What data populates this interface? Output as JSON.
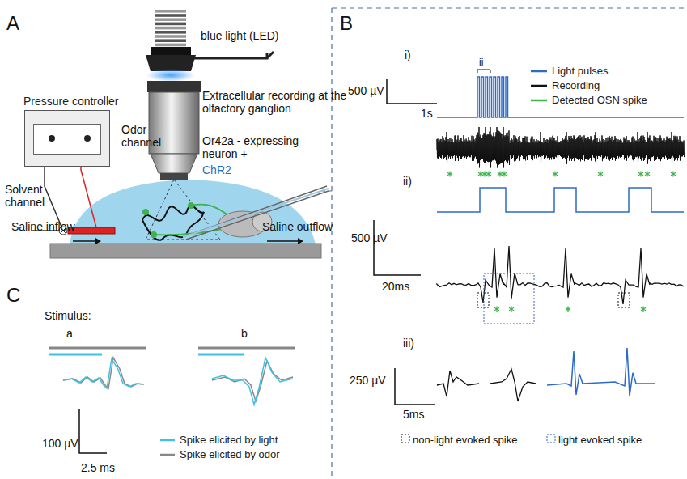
{
  "diagram": {
    "nodes": [
      {
        "text": [
          "Pressure controller"
        ]
      }
    ],
    "labels": [
      "A",
      "blue light (LED)",
      "Extracellular recording at the olfactory ganglion",
      "Or42a - expressing neuron +",
      "ChR2",
      "Odor channel",
      "Solvent channel",
      "Saline inflow",
      "Saline outflow",
      "B",
      "i)",
      "ii",
      "500 µV",
      "1s",
      "ii)",
      "500 µV",
      "20ms",
      "iii)",
      "250 µV",
      "5ms",
      "non-light evoked spike",
      "light evoked spike",
      "C",
      "Stimulus:",
      "a",
      "b",
      "100 µV",
      "2.5 ms"
    ],
    "legend": [
      {
        "text": "Light pulses"
      },
      {
        "text": "Recording"
      },
      {
        "text": "Detected OSN spike"
      },
      {
        "text": "Spike elicited by light"
      },
      {
        "text": "Spike elicited by odor"
      }
    ]
  }
}
